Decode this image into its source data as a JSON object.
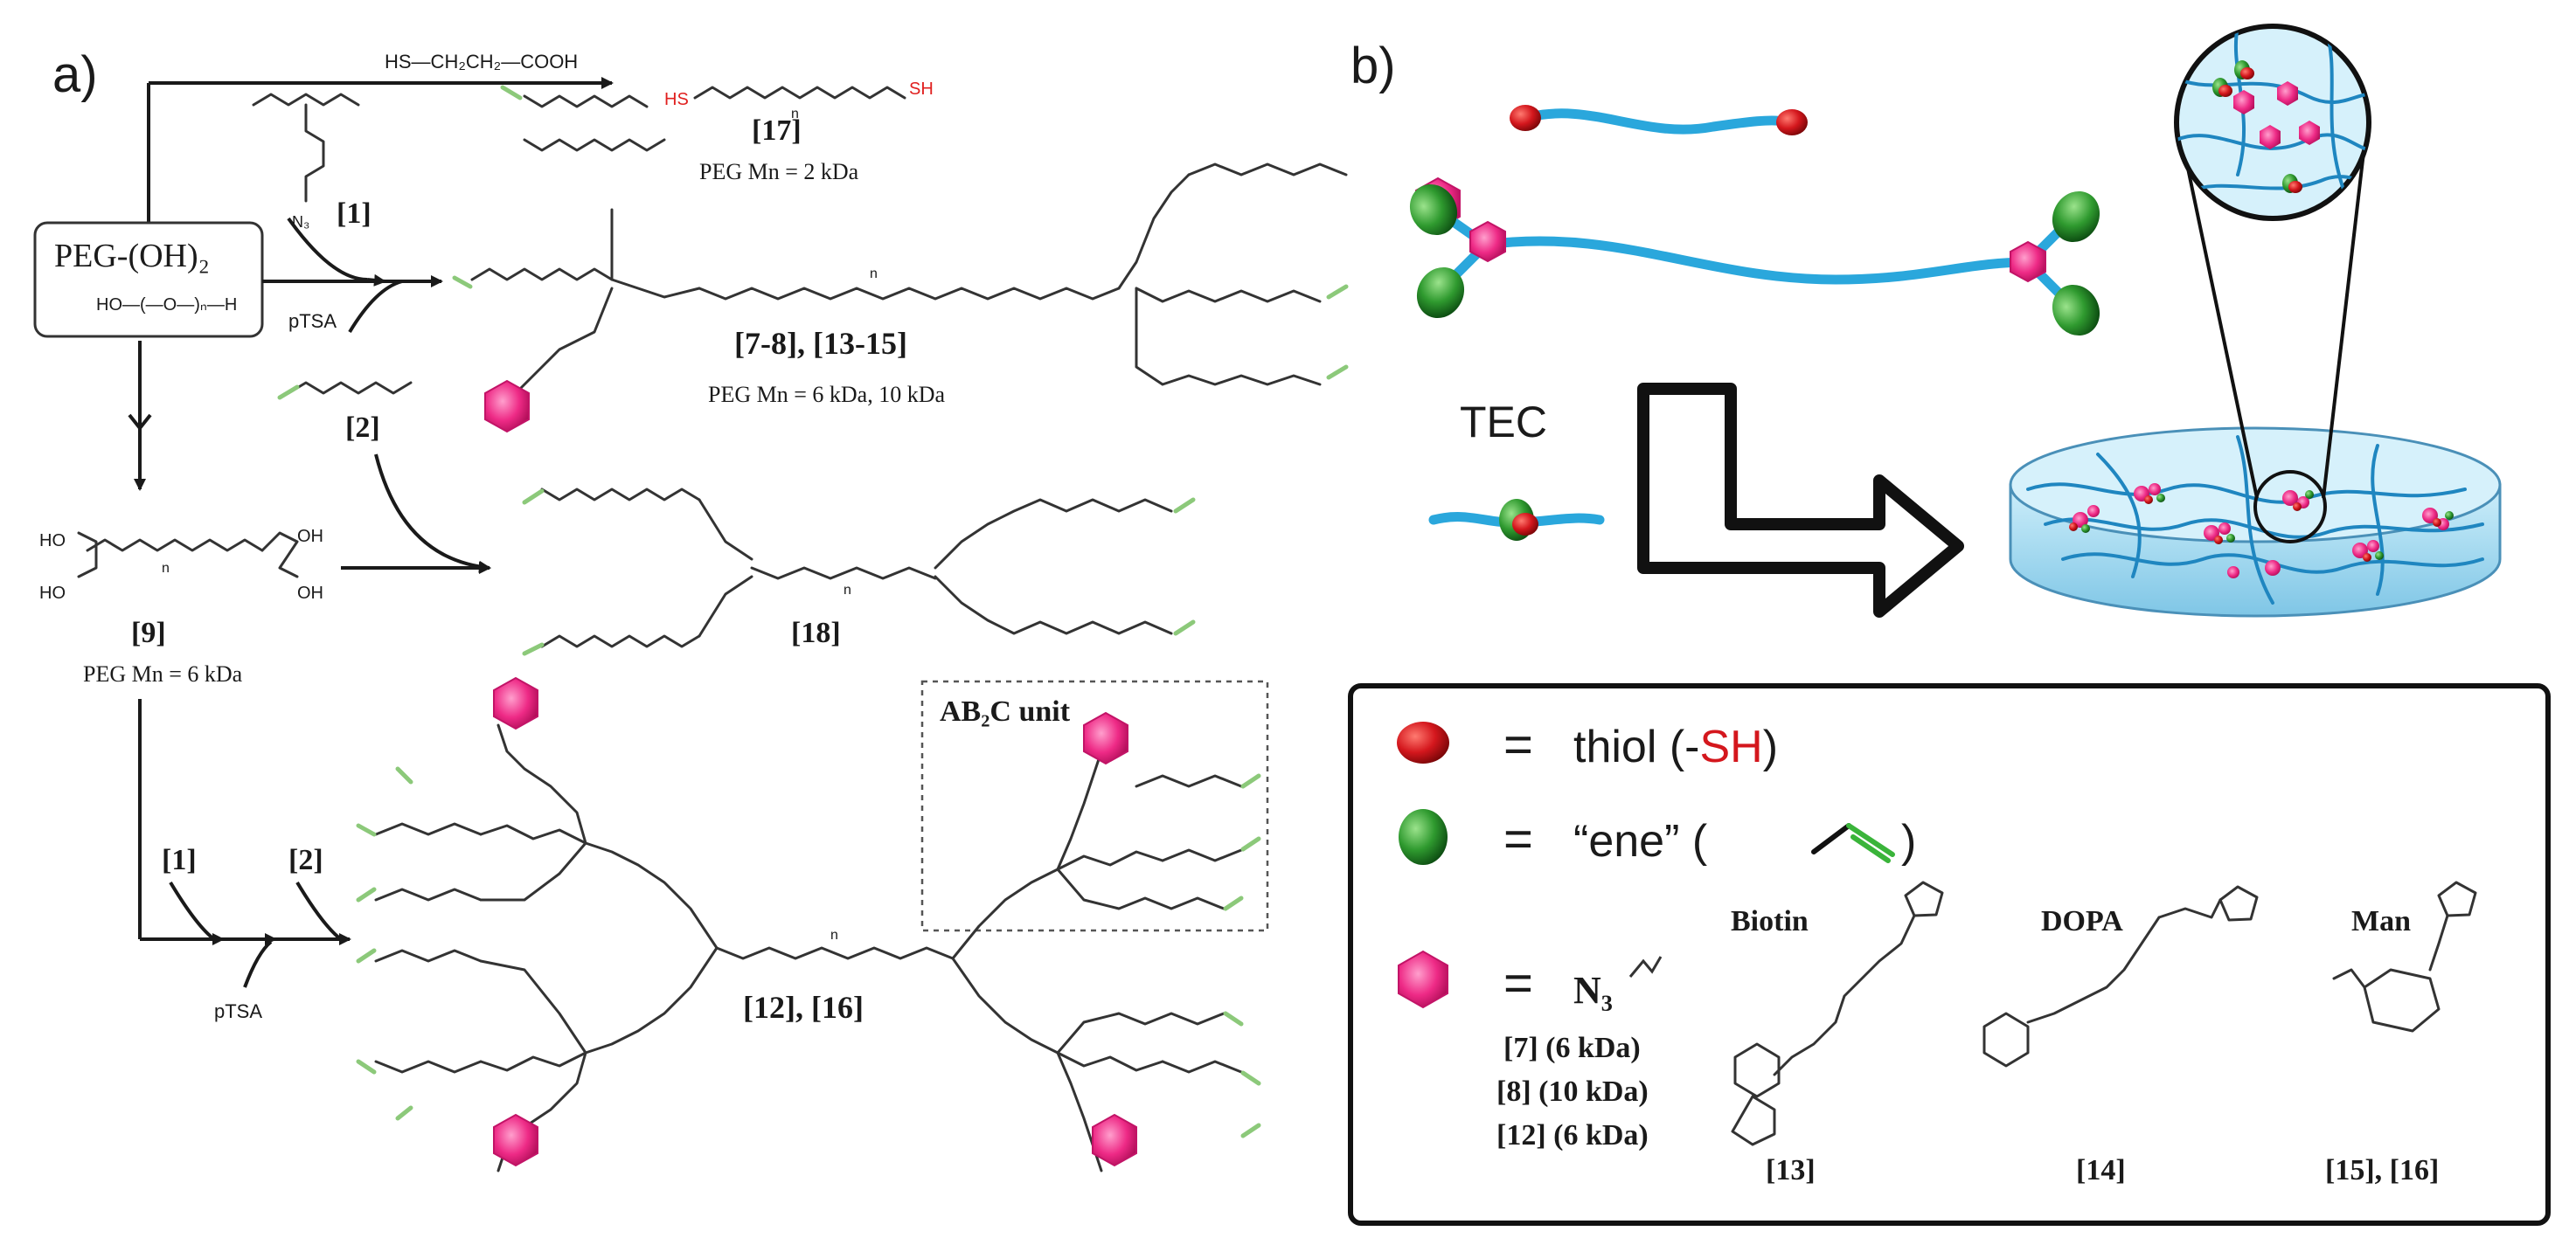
{
  "panel_a": {
    "label": "a)",
    "start_material": "PEG-(OH)₂",
    "start_formula": "HO—(—O—)ₙ—H",
    "reagent_top": "HS—CH₂CH₂—COOH",
    "compound_17": "[17]",
    "mn_17": "PEG Mn = 2 kDa",
    "reagent_1": "[1]",
    "reagent_2": "[2]",
    "catalyst": "pTSA",
    "compound_7_15": "[7-8], [13-15]",
    "mn_7_15": "PEG Mn = 6 kDa, 10 kDa",
    "compound_9": "[9]",
    "mn_9": "PEG Mn = 6 kDa",
    "compound_18": "[18]",
    "step_1": "[1]",
    "step_2": "[2]",
    "step_cat": "pTSA",
    "compound_12_16": "[12], [16]",
    "ab2c_unit": "AB₂C unit",
    "sh_label": "SH",
    "hs_label": "HS",
    "oh": "OH",
    "ho": "HO",
    "n": "n",
    "n3": "N₃"
  },
  "panel_b": {
    "label": "b)",
    "tec": "TEC"
  },
  "legend": {
    "eq": "=",
    "thiol_text": "thiol (-",
    "thiol_sh": "SH",
    "thiol_close": ")",
    "ene_text": "“ene” (",
    "ene_close": ")",
    "n3": "N₃",
    "biotin": "Biotin",
    "dopa": "DOPA",
    "man": "Man",
    "c13": "[13]",
    "c14": "[14]",
    "c15": "[15], [16]",
    "c7": "[7] (6 kDa)",
    "c8": "[8] (10 kDa)",
    "c12": "[12] (6 kDa)"
  },
  "colors": {
    "thiol": "#d4171d",
    "ene": "#3a9a3a",
    "azide": "#e8207a",
    "peg_chain": "#2aa7dc",
    "hydrogel": "#a8dcef",
    "vinyl_end": "#8cc97a"
  }
}
